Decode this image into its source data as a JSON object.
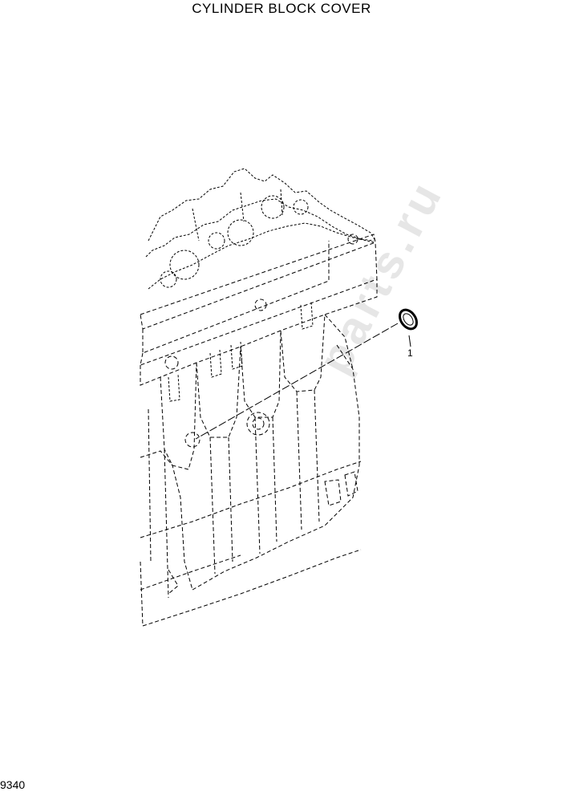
{
  "header": {
    "title": "CYLINDER BLOCK COVER"
  },
  "diagram": {
    "parts": [
      {
        "callout": "1",
        "icon": "seal-ring-icon"
      }
    ],
    "watermark": "parts.ru"
  },
  "footer": {
    "page_code": "9340"
  }
}
